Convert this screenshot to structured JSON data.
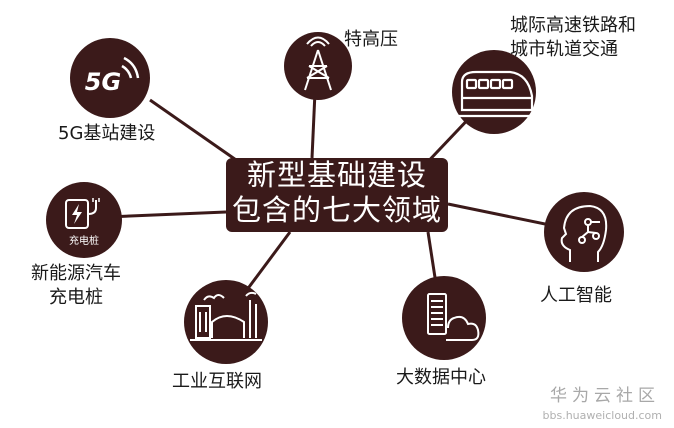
{
  "center": {
    "line1": "新型基础建设",
    "line2": "包含的七大领域"
  },
  "nodes": {
    "five_g": {
      "label": "5G基站建设",
      "icon_text": "5G",
      "icon": "5g-icon"
    },
    "uhv": {
      "label": "特高压",
      "icon": "transmission-tower-icon"
    },
    "rail": {
      "line1": "城际高速铁路和",
      "line2": "城市轨道交通",
      "icon": "train-icon"
    },
    "ev": {
      "line1": "新能源汽车",
      "line2": "充电桩",
      "icon_text": "充电桩",
      "icon": "charging-station-icon"
    },
    "ai": {
      "label": "人工智能",
      "icon": "ai-head-icon"
    },
    "industrial": {
      "label": "工业互联网",
      "icon": "factory-icon"
    },
    "bigdata": {
      "label": "大数据中心",
      "icon": "server-cloud-icon"
    }
  },
  "watermark": {
    "brand": "华为云社区",
    "url": "bbs.huaweicloud.com"
  },
  "colors": {
    "node_fill": "#3b1a1a",
    "connector": "#3b1a1a",
    "icon_stroke": "#ffffff"
  }
}
